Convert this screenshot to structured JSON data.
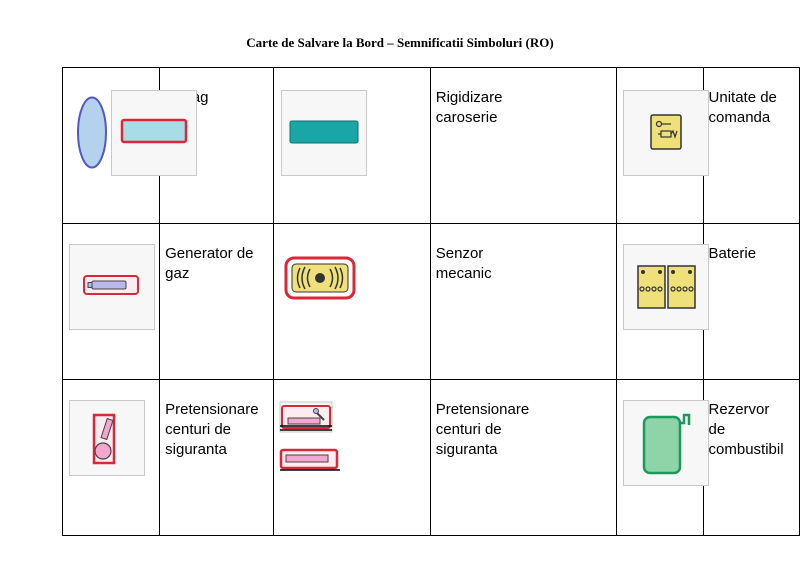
{
  "title": "Carte de Salvare la Bord – Semnificatii Simboluri (RO)",
  "rows": [
    [
      {
        "label": "Airbag",
        "icon": "airbag-icon"
      },
      {
        "label": "Rigidizare\ncaroserie",
        "icon": "body-reinforcement-icon"
      },
      {
        "label": "Unitate de\ncomanda",
        "icon": "control-unit-icon"
      }
    ],
    [
      {
        "label": "Generator de\ngaz",
        "icon": "gas-generator-icon"
      },
      {
        "label": "Senzor\nmecanic",
        "icon": "mechanical-sensor-icon"
      },
      {
        "label": "Baterie",
        "icon": "battery-icon"
      }
    ],
    [
      {
        "label": "Pretensionare\ncenturi de\nsiguranta",
        "icon": "seatbelt-pretensioner-icon"
      },
      {
        "label": "Pretensionare\ncenturi de\nsiguranta",
        "icon": "seatbelt-pretensioner-linear-icon"
      },
      {
        "label": "Rezervor\nde\ncombustibil",
        "icon": "fuel-tank-icon"
      }
    ]
  ],
  "colors": {
    "outline_red": "#d8283a",
    "airbag_fill": "#a8dde6",
    "teal": "#1aa6a6",
    "yellow": "#efe07a",
    "lavender": "#b8b8ec",
    "pink": "#f3a6cf",
    "green": "#8fd4a8",
    "airbag_side_fill": "#b4d2ee",
    "airbag_side_stroke": "#5656c4"
  }
}
